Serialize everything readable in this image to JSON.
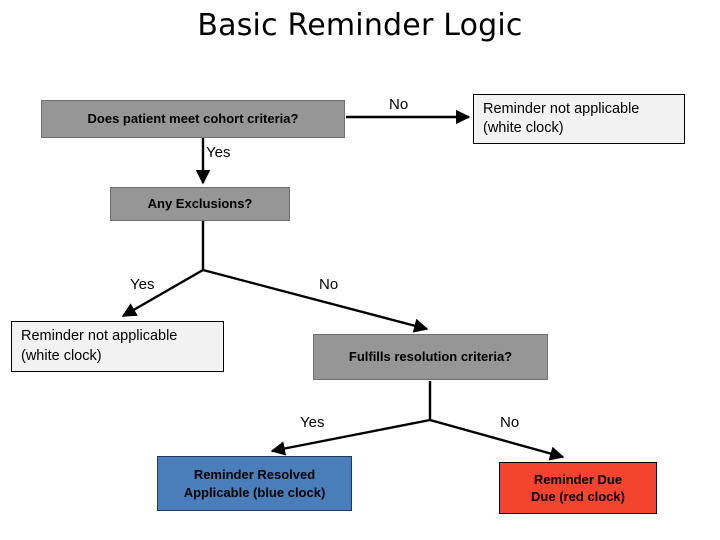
{
  "slide": {
    "title": "Basic Reminder Logic",
    "background": "#ffffff"
  },
  "colors": {
    "decision_fill": "#969696",
    "neutral_fill": "#f2f2f2",
    "resolved_fill": "#4a7ebb",
    "due_fill": "#f4432f",
    "line": "#000000",
    "text": "#000000"
  },
  "nodes": {
    "cohort": {
      "lines": [
        "Does patient meet cohort criteria?"
      ],
      "style": "gray"
    },
    "not_applicable_top": {
      "lines": [
        "Reminder not applicable",
        "(white clock)"
      ],
      "style": "pale"
    },
    "exclusions": {
      "lines": [
        "Any Exclusions?"
      ],
      "style": "gray"
    },
    "not_applicable_mid": {
      "lines": [
        "Reminder not applicable",
        "(white clock)"
      ],
      "style": "pale"
    },
    "fulfills": {
      "lines": [
        "Fulfills resolution criteria?"
      ],
      "style": "gray"
    },
    "resolved": {
      "lines": [
        "Reminder Resolved",
        "Applicable (blue clock)"
      ],
      "style": "blue"
    },
    "due": {
      "lines": [
        "Reminder Due",
        "Due (red clock)"
      ],
      "style": "red"
    }
  },
  "edge_labels": {
    "cohort_no": "No",
    "cohort_yes": "Yes",
    "exclusions_yes": "Yes",
    "exclusions_no": "No",
    "fulfills_yes": "Yes",
    "fulfills_no": "No"
  },
  "chart_data": {
    "type": "diagram",
    "title": "Basic Reminder Logic",
    "diagram_kind": "flowchart",
    "nodes": [
      {
        "id": "cohort",
        "label": "Does patient meet cohort criteria?",
        "shape": "rect",
        "fill": "#969696"
      },
      {
        "id": "not_applicable_top",
        "label": "Reminder not applicable (white clock)",
        "shape": "rect",
        "fill": "#f2f2f2"
      },
      {
        "id": "exclusions",
        "label": "Any Exclusions?",
        "shape": "rect",
        "fill": "#969696"
      },
      {
        "id": "not_applicable_mid",
        "label": "Reminder not applicable (white clock)",
        "shape": "rect",
        "fill": "#f2f2f2"
      },
      {
        "id": "fulfills",
        "label": "Fulfills resolution criteria?",
        "shape": "rect",
        "fill": "#969696"
      },
      {
        "id": "resolved",
        "label": "Reminder Resolved Applicable (blue clock)",
        "shape": "rect",
        "fill": "#4a7ebb"
      },
      {
        "id": "due",
        "label": "Reminder Due Due (red clock)",
        "shape": "rect",
        "fill": "#f4432f"
      }
    ],
    "edges": [
      {
        "from": "cohort",
        "to": "not_applicable_top",
        "label": "No"
      },
      {
        "from": "cohort",
        "to": "exclusions",
        "label": "Yes"
      },
      {
        "from": "exclusions",
        "to": "not_applicable_mid",
        "label": "Yes"
      },
      {
        "from": "exclusions",
        "to": "fulfills",
        "label": "No"
      },
      {
        "from": "fulfills",
        "to": "resolved",
        "label": "Yes"
      },
      {
        "from": "fulfills",
        "to": "due",
        "label": "No"
      }
    ]
  }
}
